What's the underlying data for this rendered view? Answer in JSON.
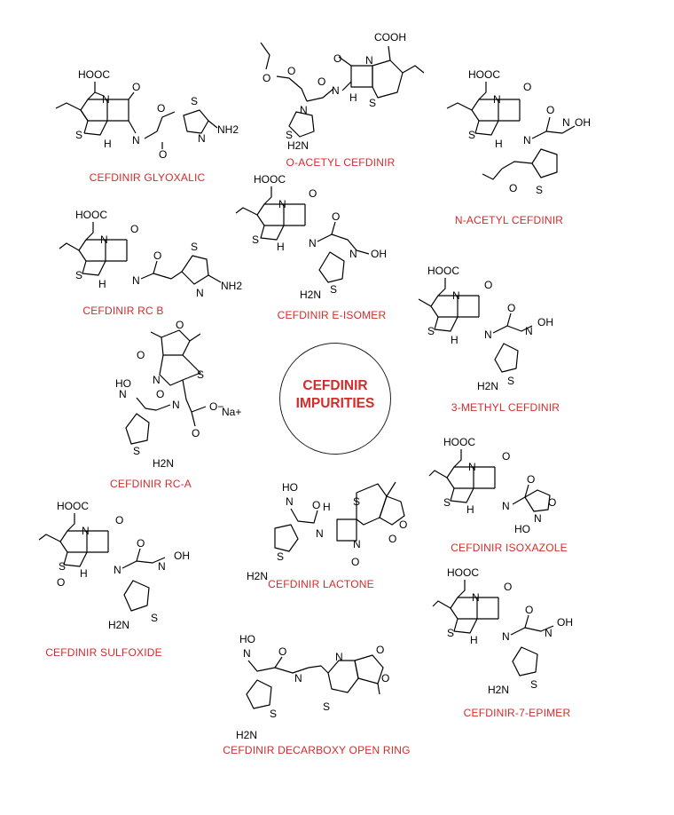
{
  "center": {
    "line1": "CEFDINIR",
    "line2": "IMPURITIES"
  },
  "label_color": "#d52b2b",
  "atoms": {
    "cooh": "HOOC",
    "cooh_right": "COOH",
    "n": "N",
    "o": "O",
    "s": "S",
    "h": "H",
    "nh": "N",
    "nh2": "NH2",
    "h2n": "H2N",
    "oh": "OH",
    "ho": "HO",
    "na": "Na+",
    "coo": "O−"
  },
  "compounds": [
    {
      "id": "glyoxalic",
      "label": "CEFDINIR GLYOXALIC"
    },
    {
      "id": "o-acetyl",
      "label": "O-ACETYL CEFDINIR"
    },
    {
      "id": "n-acetyl",
      "label": "N-ACETYL CEFDINIR"
    },
    {
      "id": "e-isomer",
      "label": "CEFDINIR E-ISOMER"
    },
    {
      "id": "rc-b",
      "label": "CEFDINIR RC B"
    },
    {
      "id": "3-methyl",
      "label": "3-METHYL CEFDINIR"
    },
    {
      "id": "rc-a",
      "label": "CEFDINIR RC-A"
    },
    {
      "id": "isoxazole",
      "label": "CEFDINIR ISOXAZOLE"
    },
    {
      "id": "lactone",
      "label": "CEFDINIR LACTONE"
    },
    {
      "id": "sulfoxide",
      "label": "CEFDINIR SULFOXIDE"
    },
    {
      "id": "7-epimer",
      "label": "CEFDINIR-7-EPIMER"
    },
    {
      "id": "decarboxy",
      "label": "CEFDINIR DECARBOXY OPEN RING"
    }
  ]
}
